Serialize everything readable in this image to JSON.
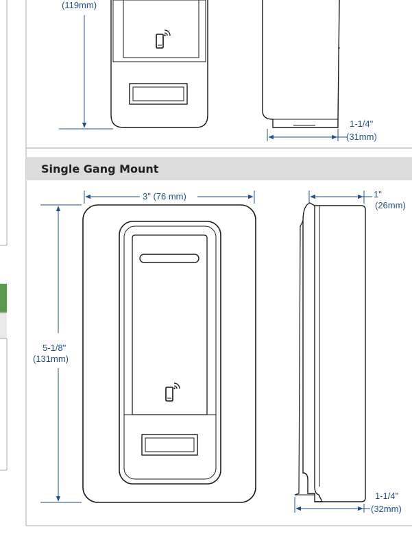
{
  "colors": {
    "dimension": "#1f4e8c",
    "left_tab_accent": "#5a9a4c",
    "header_band": "#dcdcdc",
    "frame": "#a8a8a8"
  },
  "top_view": {
    "height_metric": "(119mm)",
    "depth_imperial": "1-1/4\"",
    "depth_metric": "(31mm)"
  },
  "single_gang": {
    "title": "Single Gang Mount",
    "width_label": "3\" (76 mm)",
    "height_imperial": "5-1/8\"",
    "height_metric": "(131mm)",
    "top_depth_imperial": "1\"",
    "top_depth_metric": "(26mm)",
    "bottom_depth_imperial": "1-1/4\"",
    "bottom_depth_metric": "(32mm)"
  },
  "icons": [
    "phone-wireless-icon"
  ]
}
